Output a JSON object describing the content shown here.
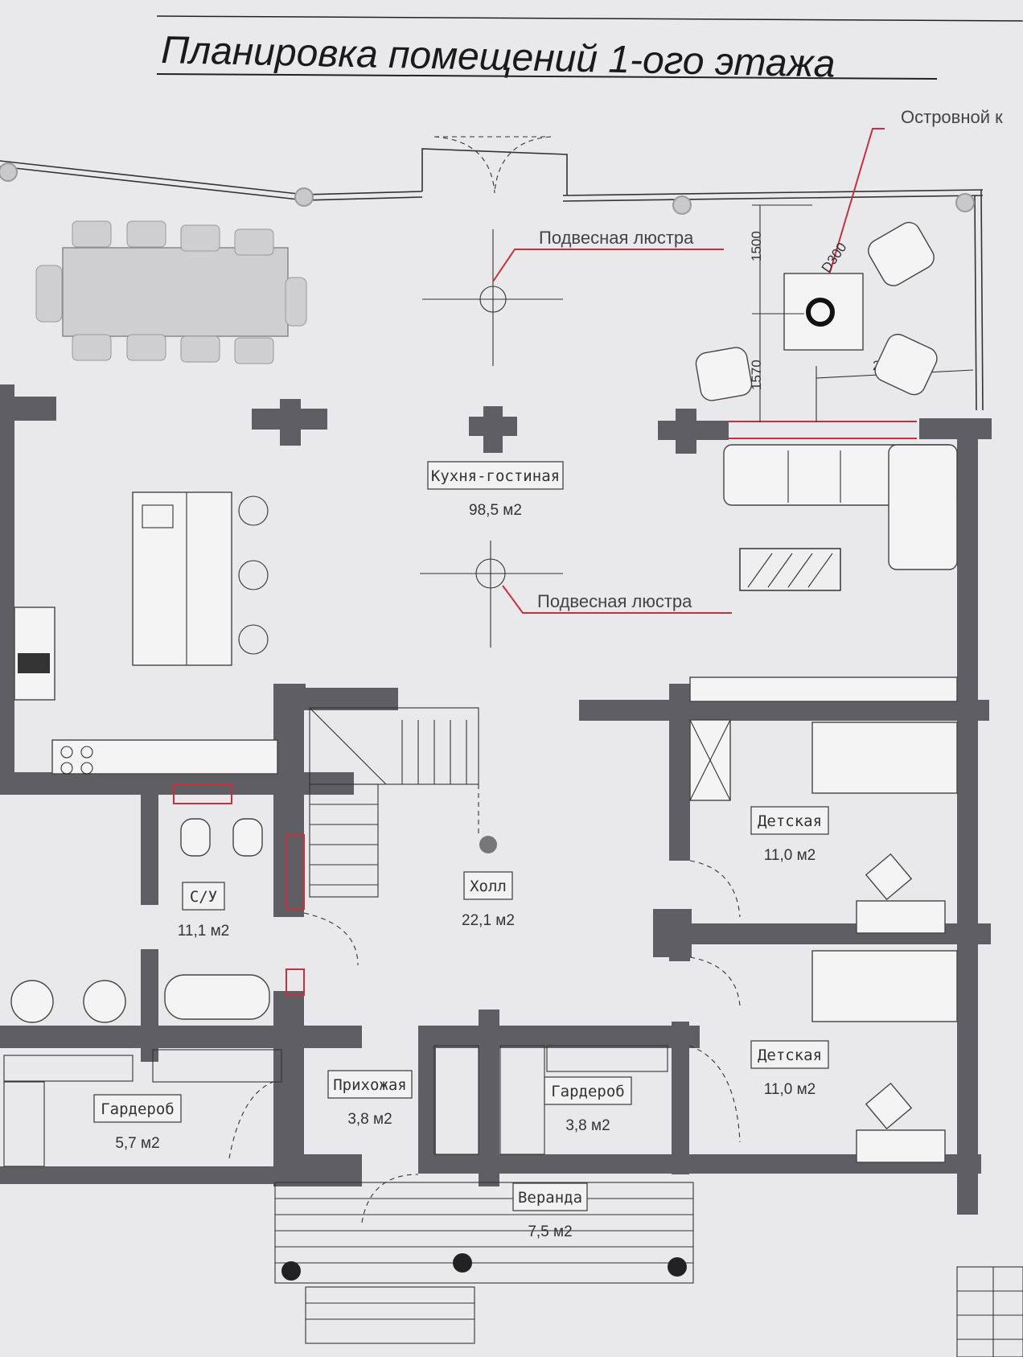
{
  "title": "Планировка помещений 1-ого этажа",
  "callouts": {
    "island": "Островной к",
    "chandelier_top": "Подвесная люстра",
    "chandelier_bottom": "Подвесная люстра"
  },
  "dimensions": {
    "d_1500": "1500",
    "d_1570": "1570",
    "d_2000": "2000",
    "d_d300": "D300"
  },
  "rooms": [
    {
      "key": "kitchen",
      "name": "Кухня-гостиная",
      "area": "98,5 м2"
    },
    {
      "key": "bath",
      "name": "С/У",
      "area": "11,1 м2"
    },
    {
      "key": "hall",
      "name": "Холл",
      "area": "22,1 м2"
    },
    {
      "key": "kids1",
      "name": "Детская",
      "area": "11,0 м2"
    },
    {
      "key": "kids2",
      "name": "Детская",
      "area": "11,0 м2"
    },
    {
      "key": "entry",
      "name": "Прихожая",
      "area": "3,8 м2"
    },
    {
      "key": "ward1",
      "name": "Гардероб",
      "area": "5,7 м2"
    },
    {
      "key": "ward2",
      "name": "Гардероб",
      "area": "3,8 м2"
    },
    {
      "key": "veranda",
      "name": "Веранда",
      "area": "7,5 м2"
    }
  ],
  "colors": {
    "paper": "#e9e9eb",
    "wall": "#5f5f63",
    "annotation": "#c9303f"
  }
}
